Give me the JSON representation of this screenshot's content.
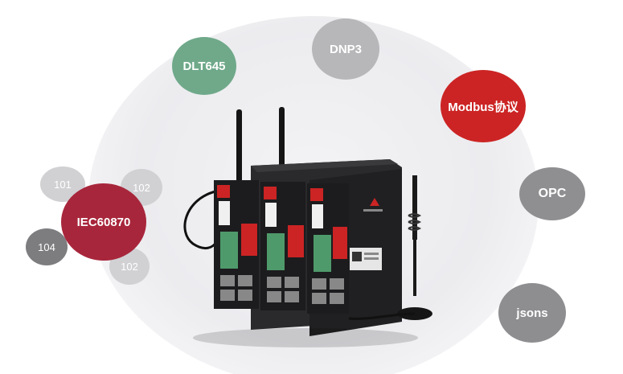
{
  "protocols": {
    "dlt645": "DLT645",
    "dnp3": "DNP3",
    "modbus": "Modbus协议",
    "opc": "OPC",
    "jsons": "jsons",
    "iec60870": "IEC60870",
    "iec_101": "101",
    "iec_102_top": "102",
    "iec_104": "104",
    "iec_102_bottom": "102"
  },
  "colors": {
    "accent_red": "#cc2424",
    "green": "#6fa98a",
    "iec_red": "#a8263b",
    "device_body": "#1c1c1e"
  },
  "icons": [
    "antenna-icon",
    "rj45-port-icon",
    "magnetic-antenna-icon"
  ]
}
